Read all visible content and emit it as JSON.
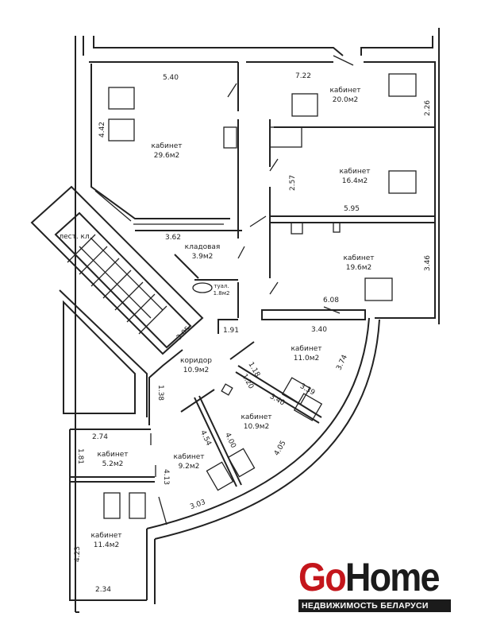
{
  "plan": {
    "rooms": [
      {
        "name": "кабинет",
        "area": "29.6м2"
      },
      {
        "name": "кабинет",
        "area": "20.0м2"
      },
      {
        "name": "кабинет",
        "area": "16.4м2"
      },
      {
        "name": "кабинет",
        "area": "19.6м2"
      },
      {
        "name": "кладовая",
        "area": "3.9м2"
      },
      {
        "name": "туал.",
        "area": "1.8м2"
      },
      {
        "name": "лест. кл.",
        "area": ""
      },
      {
        "name": "коридор",
        "area": "10.9м2"
      },
      {
        "name": "кабинет",
        "area": "11.0м2"
      },
      {
        "name": "кабинет",
        "area": "10.9м2"
      },
      {
        "name": "кабинет",
        "area": "9.2м2"
      },
      {
        "name": "кабинет",
        "area": "5.2м2"
      },
      {
        "name": "кабинет",
        "area": "11.4м2"
      }
    ],
    "dimensions": [
      "5.40",
      "7.22",
      "2.26",
      "4.42",
      "2.57",
      "5.95",
      "3.62",
      "3.46",
      "6.08",
      "3.05",
      "1.91",
      "3.40",
      "3.74",
      "1.18",
      "1.20",
      "3.39",
      "3.40",
      "1.38",
      "2.74",
      "1.81",
      "4.13",
      "4.54",
      "4.00",
      "4.05",
      "3.03",
      "4.23",
      "2.34"
    ]
  },
  "logo": {
    "go": "Go",
    "home": "Home",
    "tagline": "НЕДВИЖИМОСТЬ БЕЛАРУСИ",
    "go_color": "#c4161c",
    "home_color": "#1b1b1b"
  }
}
